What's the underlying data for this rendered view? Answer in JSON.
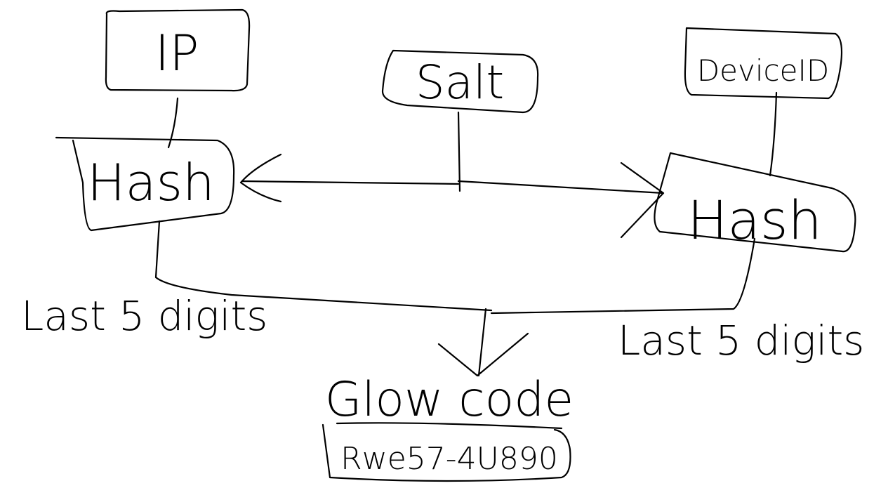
{
  "nodes": {
    "ip": "IP",
    "salt": "Salt",
    "device_id": "DeviceID",
    "hash_left": "Hash",
    "hash_right": "Hash",
    "glow_code_title": "Glow code",
    "glow_code_value": "Rwe57-4U890"
  },
  "edge_labels": {
    "left": "Last 5 digits",
    "right": "Last 5 digits"
  }
}
